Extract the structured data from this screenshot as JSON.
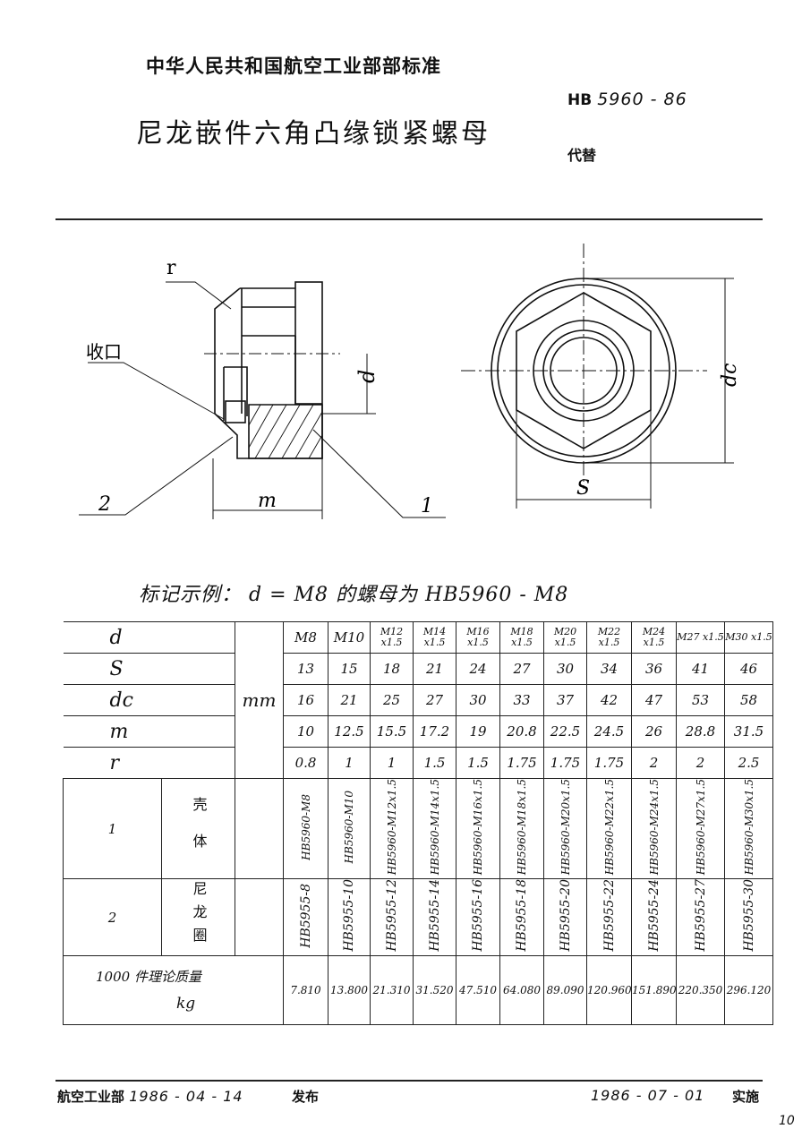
{
  "header": {
    "org": "中华人民共和国航空工业部部标准",
    "title": "尼龙嵌件六角凸缘锁紧螺母",
    "std_prefix": "HB",
    "std_number": "5960 - 86",
    "replaces": "代替"
  },
  "drawing": {
    "labels": {
      "r": "r",
      "shoukou": "收口",
      "d": "d",
      "m": "m",
      "part1": "1",
      "part2": "2",
      "dc": "dc",
      "s": "S"
    }
  },
  "example": "标记示例： d = M8 的螺母为 HB5960 - M8",
  "table": {
    "unit": "mm",
    "rows": [
      {
        "label": "d",
        "values": [
          "M8",
          "M10",
          "M12 x1.5",
          "M14 x1.5",
          "M16 x1.5",
          "M18 x1.5",
          "M20 x1.5",
          "M22 x1.5",
          "M24 x1.5",
          "M27 x1.5",
          "M30 x1.5"
        ]
      },
      {
        "label": "S",
        "values": [
          "13",
          "15",
          "18",
          "21",
          "24",
          "27",
          "30",
          "34",
          "36",
          "41",
          "46"
        ]
      },
      {
        "label": "dc",
        "values": [
          "16",
          "21",
          "25",
          "27",
          "30",
          "33",
          "37",
          "42",
          "47",
          "53",
          "58"
        ]
      },
      {
        "label": "m",
        "values": [
          "10",
          "12.5",
          "15.5",
          "17.2",
          "19",
          "20.8",
          "22.5",
          "24.5",
          "26",
          "28.8",
          "31.5"
        ]
      },
      {
        "label": "r",
        "values": [
          "0.8",
          "1",
          "1",
          "1.5",
          "1.5",
          "1.75",
          "1.75",
          "1.75",
          "2",
          "2",
          "2.5"
        ]
      }
    ],
    "part1": {
      "no": "1",
      "name": "壳 体",
      "values": [
        "HB5960-M8",
        "HB5960-M10",
        "HB5960-M12x1.5",
        "HB5960-M14x1.5",
        "HB5960-M16x1.5",
        "HB5960-M18x1.5",
        "HB5960-M20x1.5",
        "HB5960-M22x1.5",
        "HB5960-M24x1.5",
        "HB5960-M27x1.5",
        "HB5960-M30x1.5"
      ]
    },
    "part2": {
      "no": "2",
      "name": "尼龙圈",
      "values": [
        "HB5955-8",
        "HB5955-10",
        "HB5955-12",
        "HB5955-14",
        "HB5955-16",
        "HB5955-18",
        "HB5955-20",
        "HB5955-22",
        "HB5955-24",
        "HB5955-27",
        "HB5955-30"
      ]
    },
    "mass": {
      "label": "1000 件理论质量",
      "unit": "kg",
      "values": [
        "7.810",
        "13.800",
        "21.310",
        "31.520",
        "47.510",
        "64.080",
        "89.090",
        "120.960",
        "151.890",
        "220.350",
        "296.120"
      ]
    }
  },
  "footer": {
    "issuer": "航空工业部",
    "issue_date": "1986 - 04 - 14",
    "issue_word": "发布",
    "impl_date": "1986 - 07 - 01",
    "impl_word": "实施",
    "page": "10"
  }
}
